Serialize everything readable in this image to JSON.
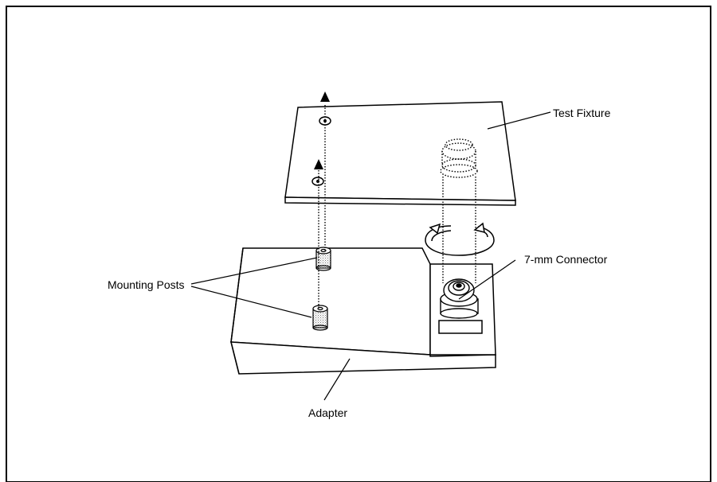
{
  "labels": {
    "test_fixture": "Test Fixture",
    "connector": "7-mm Connector",
    "mounting_posts": "Mounting Posts",
    "adapter": "Adapter"
  },
  "colors": {
    "line": "#000000",
    "background": "#ffffff",
    "stipple": "#9a9a9a"
  }
}
